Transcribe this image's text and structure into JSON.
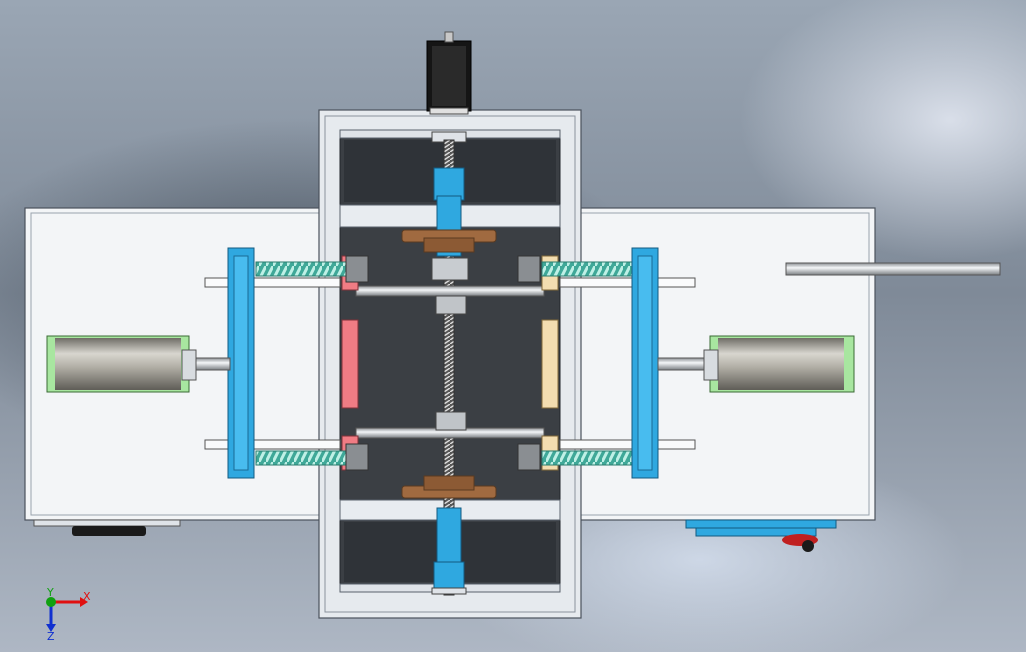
{
  "view": {
    "triad": {
      "x_label": "X",
      "y_label": "Y",
      "z_label": "Z",
      "x_color": "#e01010",
      "y_color": "#10a010",
      "z_color": "#1030d0"
    }
  },
  "colors": {
    "frame": "#eef2f6",
    "frame_edge": "#505a66",
    "plate": "#f2f4f6",
    "blue_part": "#2fa8e0",
    "spring": "#5ec8b8",
    "motor_body": "#9a9890",
    "motor_cap": "#a8e6a0",
    "bronze": "#a06a40",
    "pad_pink": "#f07c84",
    "pad_tan": "#f3ddb0",
    "stepper": "#1a1a1a",
    "rod": "#d8dce0"
  }
}
